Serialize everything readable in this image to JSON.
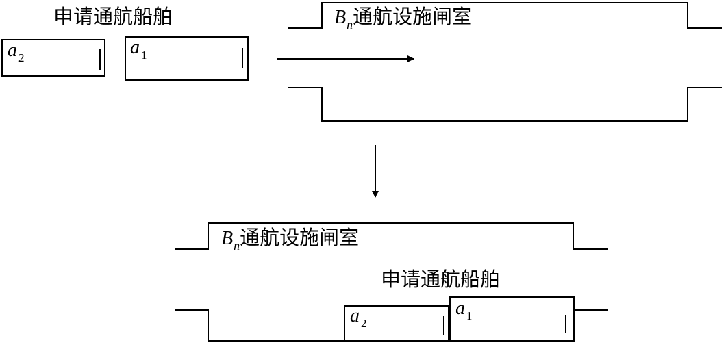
{
  "top": {
    "ships_label": "申请通航船舶",
    "chamber_label": {
      "letter": "B",
      "subscript": "n",
      "text": "通航设施闸室"
    },
    "ships": [
      {
        "letter": "a",
        "subscript": "2"
      },
      {
        "letter": "a",
        "subscript": "1"
      }
    ]
  },
  "bottom": {
    "chamber_label": {
      "letter": "B",
      "subscript": "n",
      "text": "通航设施闸室"
    },
    "ships_label": "申请通航船舶",
    "ships": [
      {
        "letter": "a",
        "subscript": "2"
      },
      {
        "letter": "a",
        "subscript": "1"
      }
    ]
  }
}
